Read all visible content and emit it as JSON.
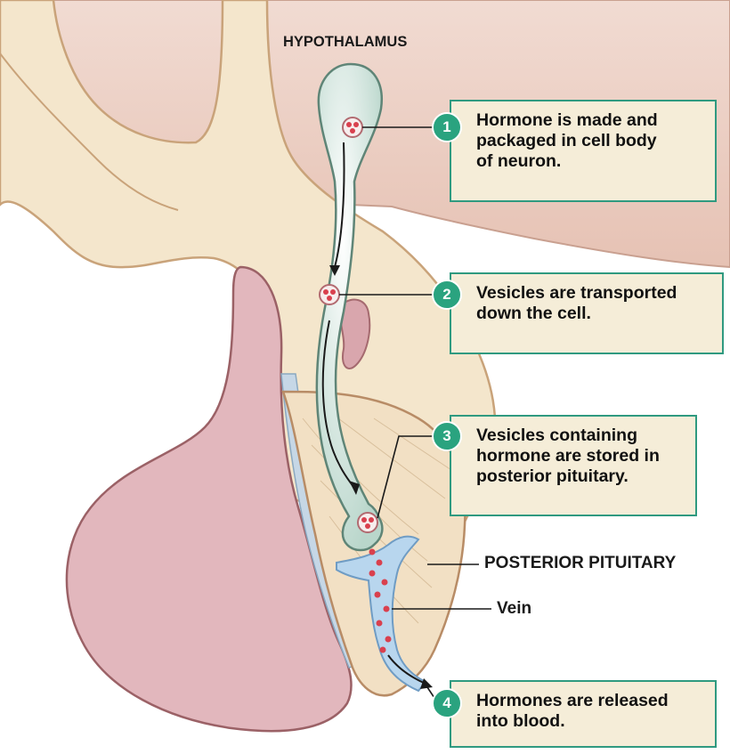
{
  "title": "HYPOTHALAMUS",
  "structure_labels": {
    "posterior_pituitary": "POSTERIOR PITUITARY",
    "vein": "Vein"
  },
  "steps": [
    {
      "number": "1",
      "text": "Hormone is made and\npackaged in cell body\nof neuron."
    },
    {
      "number": "2",
      "text": "Vesicles are transported\ndown the cell."
    },
    {
      "number": "3",
      "text": "Vesicles containing\nhormone are stored in\nposterior pituitary."
    },
    {
      "number": "4",
      "text": "Hormones are released\ninto blood."
    }
  ],
  "colors": {
    "hypothalamus_tissue": "#e9c8bc",
    "stalk_tissue": "#f4e6cc",
    "anterior_lobe": "#e2b7bd",
    "neuron": "#c9dfd6",
    "vessel": "#b8d6ee",
    "vesicle": "#d9404e",
    "box_fill": "#f5edd8",
    "box_border": "#2f9a80",
    "badge": "#2aa37f"
  }
}
